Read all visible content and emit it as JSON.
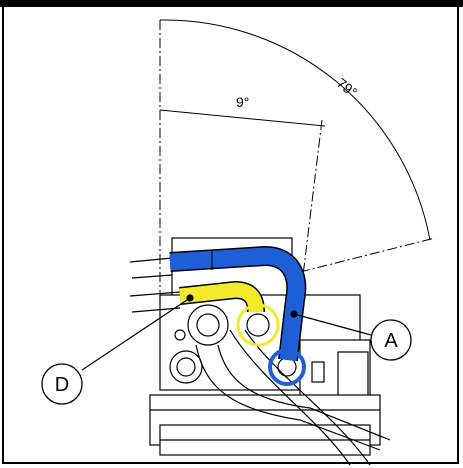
{
  "diagram": {
    "angles": [
      {
        "id": "angle-79",
        "label": "79°"
      },
      {
        "id": "angle-9",
        "label": "9°"
      }
    ],
    "callouts": [
      {
        "id": "callout-a",
        "label": "A",
        "target": "blue-hose"
      },
      {
        "id": "callout-d",
        "label": "D",
        "target": "yellow-hose"
      }
    ],
    "colors": {
      "blue_hose": "#1e5fd8",
      "yellow_hose": "#f4ea2a",
      "line": "#000000",
      "background": "#ffffff"
    }
  }
}
